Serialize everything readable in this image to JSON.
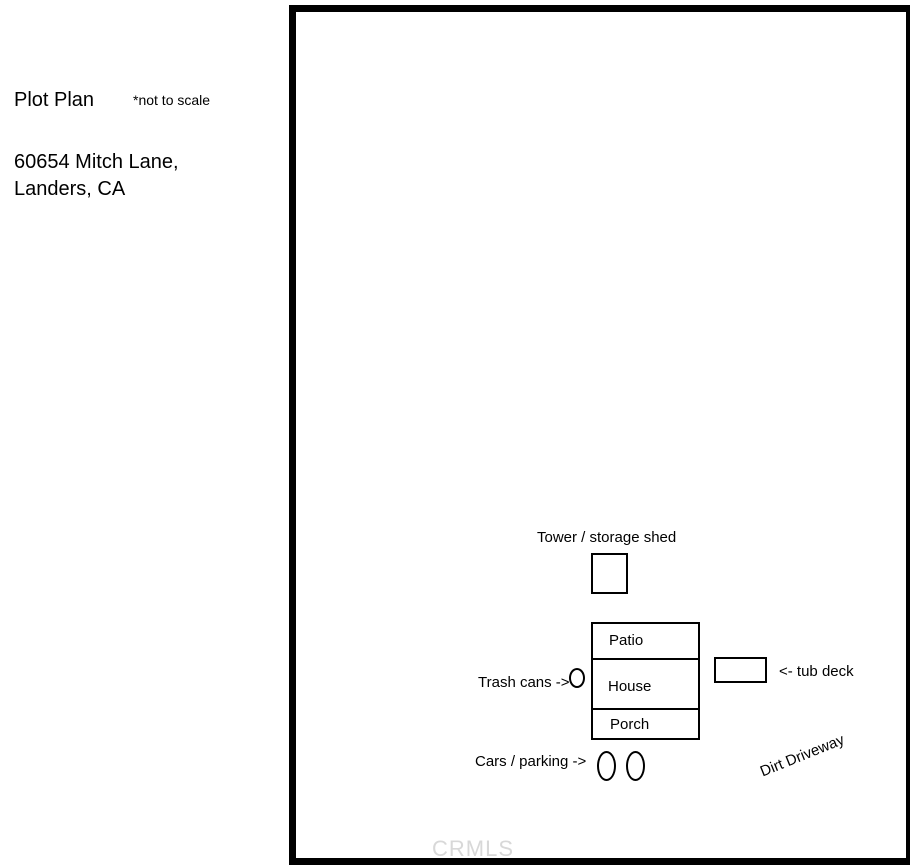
{
  "header": {
    "title": "Plot Plan",
    "scale_note": "*not to scale",
    "address_line1": "60654 Mitch Lane,",
    "address_line2": "Landers, CA"
  },
  "plan": {
    "tower_label": "Tower / storage shed",
    "patio_label": "Patio",
    "house_label": "House",
    "porch_label": "Porch",
    "trash_label": "Trash cans ->",
    "tub_label": "<- tub deck",
    "parking_label": "Cars / parking ->",
    "driveway_label": "Dirt Driveway"
  },
  "watermark": "CRMLS"
}
